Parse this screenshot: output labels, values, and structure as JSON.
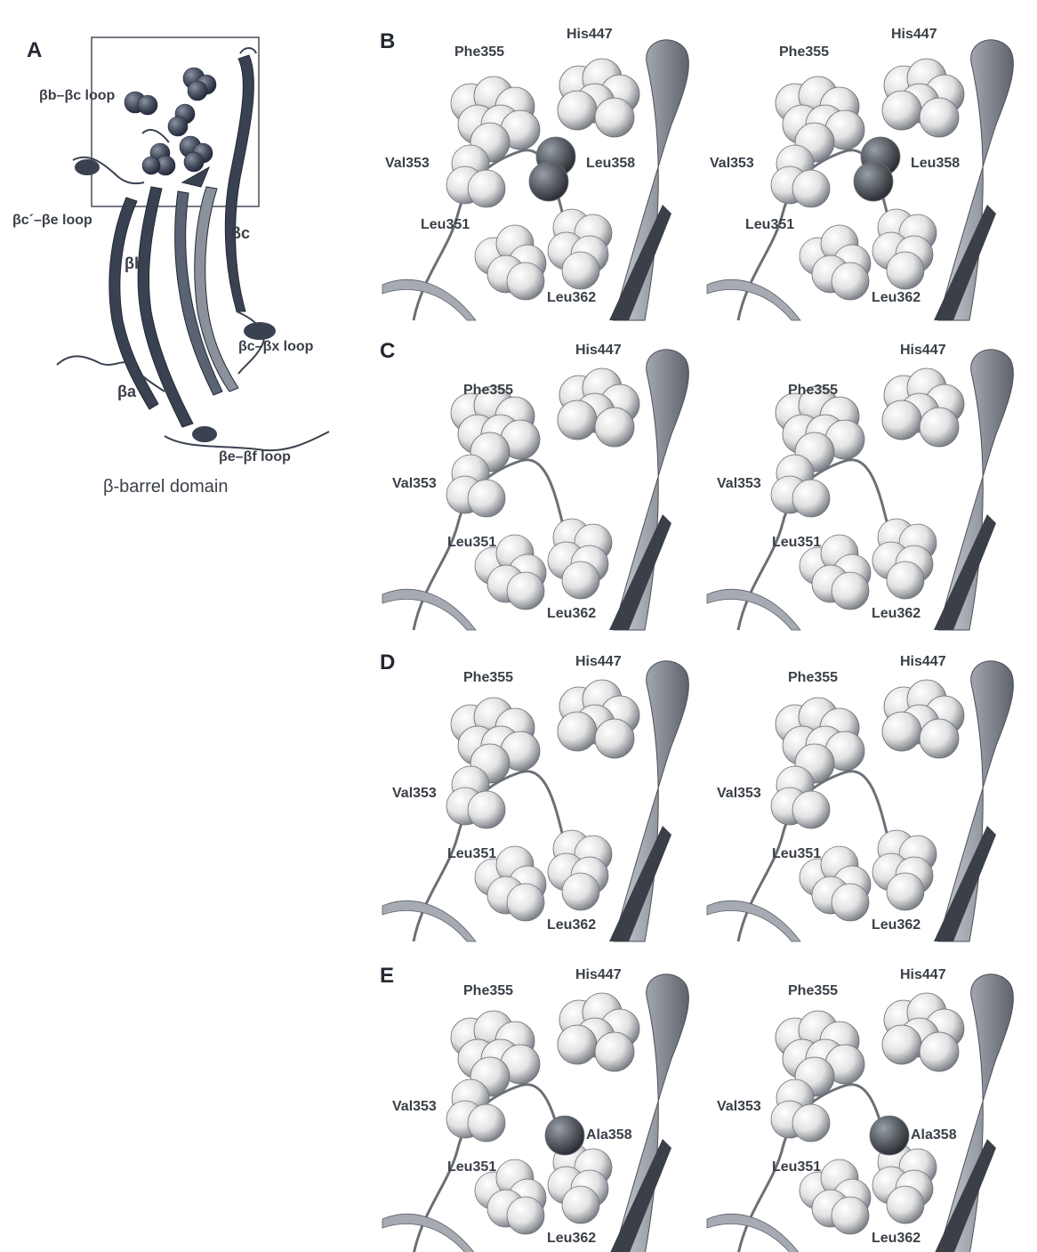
{
  "panel_a": {
    "letter": "A",
    "caption": "β-barrel domain",
    "labels": {
      "bb_bc_loop": "βb–βc loop",
      "bc_be_loop": "βc´–βe loop",
      "bc": "βc",
      "bb": "βb",
      "bc_bx_loop": "βc–βx loop",
      "ba": "βa",
      "be_bf_loop": "βe–βf loop"
    }
  },
  "panels": [
    {
      "letter": "B",
      "phe": "Phe355",
      "his": "His447",
      "val": "Val353",
      "leu351": "Leu351",
      "mut": "Leu358",
      "leu362": "Leu362"
    },
    {
      "letter": "C",
      "phe": "Phe355",
      "his": "His447",
      "val": "Val353",
      "leu351": "Leu351",
      "leu362": "Leu362"
    },
    {
      "letter": "D",
      "phe": "Phe355",
      "his": "His447",
      "val": "Val353",
      "leu351": "Leu351",
      "leu362": "Leu362"
    },
    {
      "letter": "E",
      "phe": "Phe355",
      "his": "His447",
      "val": "Val353",
      "leu351": "Leu351",
      "mut": "Ala358",
      "leu362": "Leu362"
    }
  ],
  "colors": {
    "ribbon": "#3a4150",
    "ribbon_light": "#8c929c",
    "atom_light": "#f2f2f2",
    "atom_dark": "#5a5f66",
    "text": "#3a3f48"
  }
}
